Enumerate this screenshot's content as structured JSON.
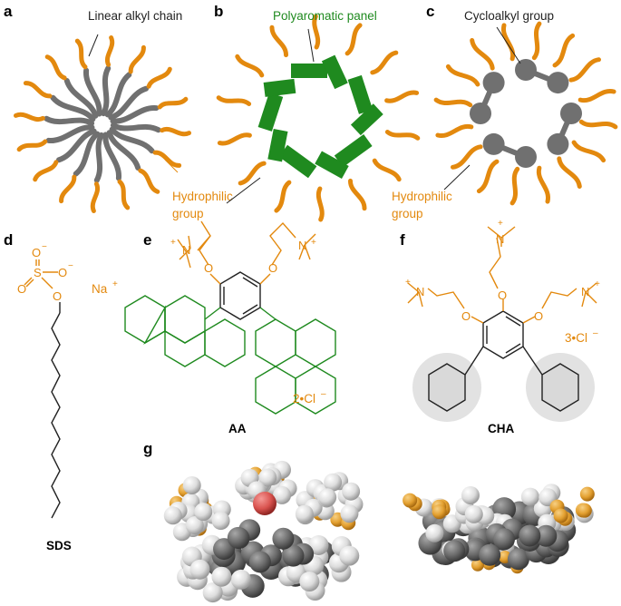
{
  "panels": {
    "a": {
      "letter": "a",
      "label_top": "Linear alkyl chain",
      "label_bottom_1": "Hydrophilic",
      "label_bottom_2": "group"
    },
    "b": {
      "letter": "b",
      "label_top": "Polyaromatic panel"
    },
    "c": {
      "letter": "c",
      "label_top": "Cycloalkyl group",
      "label_bottom_1": "Hydrophilic",
      "label_bottom_2": "group"
    },
    "d": {
      "letter": "d",
      "counterion": "Na",
      "counterion_charge": "+",
      "name": "SDS"
    },
    "e": {
      "letter": "e",
      "counterion": "2•Cl",
      "counterion_charge": "–",
      "name": "AA"
    },
    "f": {
      "letter": "f",
      "counterion": "3•Cl",
      "counterion_charge": "–",
      "name": "CHA"
    },
    "g": {
      "letter": "g"
    }
  },
  "colors": {
    "hydrophilic": "#e3890e",
    "alkyl": "#707070",
    "aromatic": "#1f8a1f",
    "oxygen_ball": "#d9534f"
  }
}
